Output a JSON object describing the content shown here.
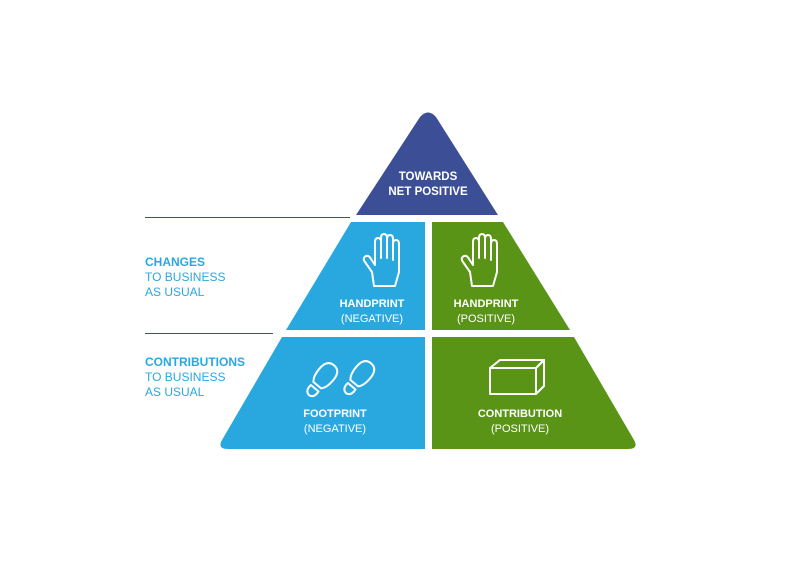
{
  "pyramid": {
    "top": {
      "line1": "TOWARDS",
      "line2": "NET POSITIVE",
      "color": "#3b4e96"
    },
    "middle_left": {
      "title": "HANDPRINT",
      "subtitle": "(NEGATIVE)",
      "color": "#29a8e0",
      "icon": "hand-icon"
    },
    "middle_right": {
      "title": "HANDPRINT",
      "subtitle": "(POSITIVE)",
      "color": "#5a9417",
      "icon": "hand-icon"
    },
    "bottom_left": {
      "title": "FOOTPRINT",
      "subtitle": "(NEGATIVE)",
      "color": "#29a8e0",
      "icon": "footprints-icon"
    },
    "bottom_right": {
      "title": "CONTRIBUTION",
      "subtitle": "(POSITIVE)",
      "color": "#5a9417",
      "icon": "box-icon"
    }
  },
  "side_labels": {
    "changes": {
      "title": "CHANGES",
      "line1": "TO BUSINESS",
      "line2": "AS USUAL"
    },
    "contributions": {
      "title": "CONTRIBUTIONS",
      "line1": "TO BUSINESS",
      "line2": "AS USUAL"
    }
  },
  "colors": {
    "rule": "#3b4e96",
    "side_text": "#29a8e0"
  }
}
